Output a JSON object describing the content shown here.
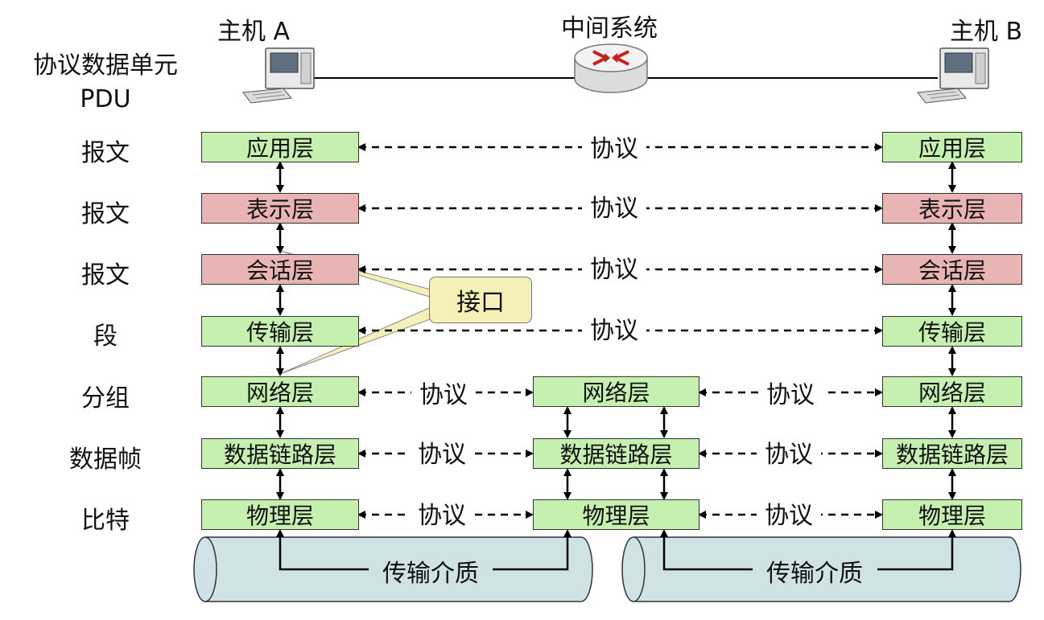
{
  "header": {
    "host_a": "主机 A",
    "middle": "中间系统",
    "host_b": "主机 B",
    "pdu_title_line1": "协议数据单元",
    "pdu_title_line2": "PDU"
  },
  "pdu_labels": [
    "报文",
    "报文",
    "报文",
    "段",
    "分组",
    "数据帧",
    "比特"
  ],
  "host_a_layers": [
    "应用层",
    "表示层",
    "会话层",
    "传输层",
    "网络层",
    "数据链路层",
    "物理层"
  ],
  "host_b_layers": [
    "应用层",
    "表示层",
    "会话层",
    "传输层",
    "网络层",
    "数据链路层",
    "物理层"
  ],
  "middle_layers": [
    "网络层",
    "数据链路层",
    "物理层"
  ],
  "protocol_label": "协议",
  "interface_label": "接口",
  "medium_label": "传输介质",
  "colors": {
    "green_layer": "#c5f0b0",
    "pink_layer": "#e8b4b4",
    "medium": "#cfe3e6",
    "callout": "#f5f0b8"
  },
  "icons": {
    "host": "computer-icon",
    "router": "router-icon"
  }
}
